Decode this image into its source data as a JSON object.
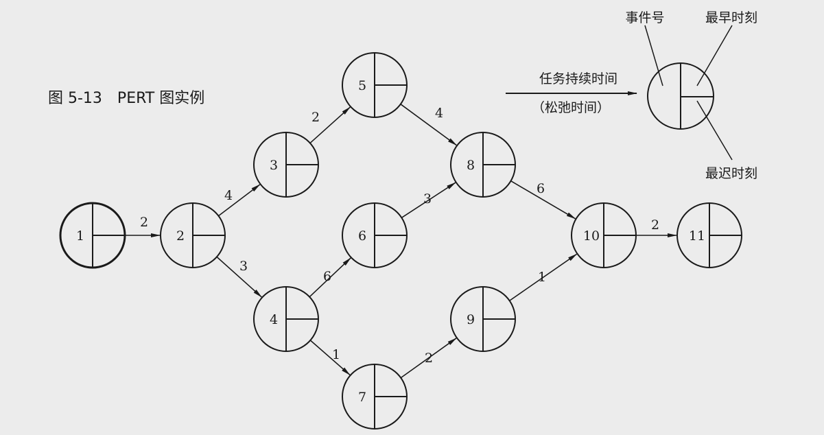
{
  "caption": "图 5-13　PERT 图实例",
  "nodes": [
    {
      "id": "1"
    },
    {
      "id": "2"
    },
    {
      "id": "3"
    },
    {
      "id": "4"
    },
    {
      "id": "5"
    },
    {
      "id": "6"
    },
    {
      "id": "7"
    },
    {
      "id": "8"
    },
    {
      "id": "9"
    },
    {
      "id": "10"
    },
    {
      "id": "11"
    }
  ],
  "edges": [
    {
      "from": "1",
      "to": "2",
      "duration": "2"
    },
    {
      "from": "2",
      "to": "3",
      "duration": "4"
    },
    {
      "from": "2",
      "to": "4",
      "duration": "3"
    },
    {
      "from": "3",
      "to": "5",
      "duration": "2"
    },
    {
      "from": "4",
      "to": "6",
      "duration": "6"
    },
    {
      "from": "4",
      "to": "7",
      "duration": "1"
    },
    {
      "from": "5",
      "to": "8",
      "duration": "4"
    },
    {
      "from": "6",
      "to": "8",
      "duration": "3"
    },
    {
      "from": "7",
      "to": "9",
      "duration": "2"
    },
    {
      "from": "8",
      "to": "10",
      "duration": "6"
    },
    {
      "from": "9",
      "to": "10",
      "duration": "1"
    },
    {
      "from": "10",
      "to": "11",
      "duration": "2"
    }
  ],
  "legend": {
    "arrow_top": "任务持续时间",
    "arrow_bottom": "（松弛时间）",
    "event_number": "事件号",
    "earliest_time": "最早时刻",
    "latest_time": "最迟时刻"
  }
}
